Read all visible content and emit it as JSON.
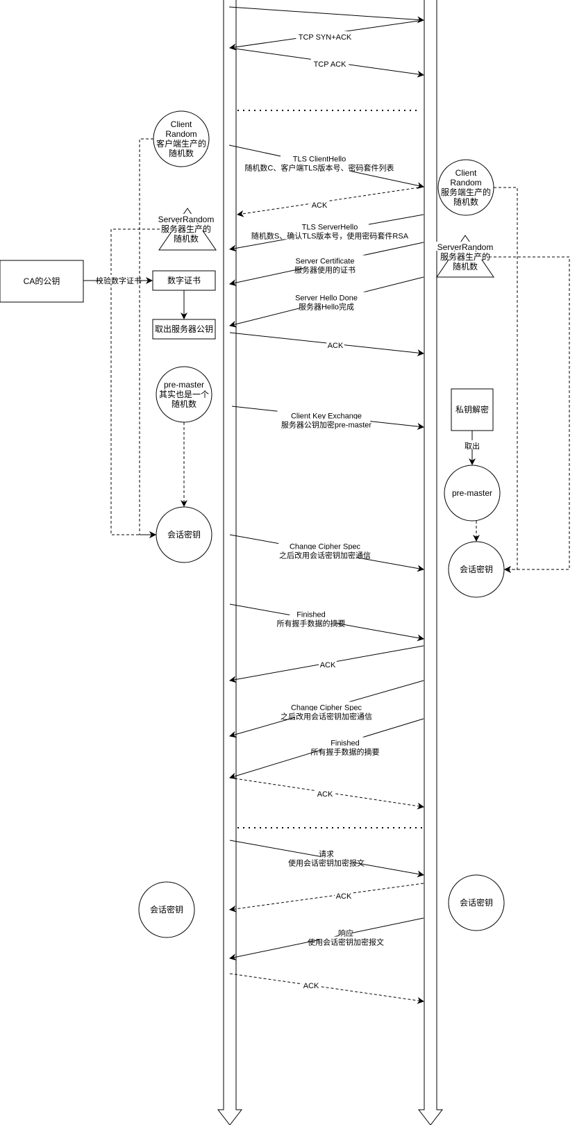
{
  "messages": [
    {
      "id": "syn",
      "lines": [],
      "dir": "right",
      "dashed": false
    },
    {
      "id": "synack",
      "lines": [
        "TCP SYN+ACK"
      ],
      "dir": "left",
      "dashed": false
    },
    {
      "id": "tcpack",
      "lines": [
        "TCP ACK"
      ],
      "dir": "right",
      "dashed": false
    },
    {
      "id": "clienthello",
      "lines": [
        "TLS ClientHello",
        "随机数C、客户端TLS版本号、密码套件列表"
      ],
      "dir": "right",
      "dashed": false
    },
    {
      "id": "ack1",
      "lines": [
        "ACK"
      ],
      "dir": "left",
      "dashed": true
    },
    {
      "id": "serverhello",
      "lines": [
        "TLS ServerHello",
        "随机数S、确认TLS版本号，使用密码套件RSA"
      ],
      "dir": "left",
      "dashed": false
    },
    {
      "id": "cert",
      "lines": [
        "Server Certificate",
        "服务器使用的证书"
      ],
      "dir": "left",
      "dashed": false
    },
    {
      "id": "hellodone",
      "lines": [
        "Server Hello Done",
        "服务器Hello完成"
      ],
      "dir": "left",
      "dashed": false
    },
    {
      "id": "ack2",
      "lines": [
        "ACK"
      ],
      "dir": "right",
      "dashed": false
    },
    {
      "id": "keyex",
      "lines": [
        "Client Key Exchange",
        "服务器公钥加密pre-master"
      ],
      "dir": "right",
      "dashed": false
    },
    {
      "id": "ccs1",
      "lines": [
        "Change Cipher Spec",
        "之后改用会话密钥加密通信"
      ],
      "dir": "right",
      "dashed": false
    },
    {
      "id": "fin1",
      "lines": [
        "Finished",
        "所有握手数据的摘要"
      ],
      "dir": "right",
      "dashed": false
    },
    {
      "id": "ack3",
      "lines": [
        "ACK"
      ],
      "dir": "left",
      "dashed": false
    },
    {
      "id": "ccs2",
      "lines": [
        "Change Cipher Spec",
        "之后改用会话密钥加密通信"
      ],
      "dir": "left",
      "dashed": false
    },
    {
      "id": "fin2",
      "lines": [
        "Finished",
        "所有握手数据的摘要"
      ],
      "dir": "left",
      "dashed": false
    },
    {
      "id": "ack4",
      "lines": [
        "ACK"
      ],
      "dir": "right",
      "dashed": true
    },
    {
      "id": "req",
      "lines": [
        "请求",
        "使用会话密钥加密报文"
      ],
      "dir": "right",
      "dashed": false
    },
    {
      "id": "ack5",
      "lines": [
        "ACK"
      ],
      "dir": "left",
      "dashed": true
    },
    {
      "id": "resp",
      "lines": [
        "响应",
        "使用会话密钥加密报文"
      ],
      "dir": "left",
      "dashed": false
    },
    {
      "id": "ack6",
      "lines": [
        "ACK"
      ],
      "dir": "right",
      "dashed": true
    }
  ],
  "nodes": [
    {
      "id": "client-random",
      "shape": "circle",
      "lines": [
        "Client",
        "Random",
        "客户端生产的",
        "随机数"
      ]
    },
    {
      "id": "server-random-left",
      "shape": "triangle",
      "lines": [
        "ServerRandom",
        "服务器生产的",
        "随机数"
      ]
    },
    {
      "id": "ca-key",
      "shape": "rect",
      "lines": [
        "CA的公钥"
      ]
    },
    {
      "id": "cert-box",
      "shape": "rect",
      "lines": [
        "数字证书"
      ]
    },
    {
      "id": "get-pubkey",
      "shape": "rect",
      "lines": [
        "取出服务器公钥"
      ]
    },
    {
      "id": "pre-master-left",
      "shape": "circle",
      "lines": [
        "pre-master",
        "其实也是一个",
        "随机数"
      ]
    },
    {
      "id": "session-key-left",
      "shape": "circle",
      "lines": [
        "会话密钥"
      ]
    },
    {
      "id": "session-key-left-2",
      "shape": "circle",
      "lines": [
        "会话密钥"
      ]
    },
    {
      "id": "client-random-right",
      "shape": "circle",
      "lines": [
        "Client",
        "Random",
        "服务端生产的",
        "随机数"
      ]
    },
    {
      "id": "server-random-right",
      "shape": "triangle",
      "lines": [
        "ServerRandom",
        "服务器生产的",
        "随机数"
      ]
    },
    {
      "id": "private-decrypt",
      "shape": "rect",
      "lines": [
        "私钥解密"
      ]
    },
    {
      "id": "pre-master-right",
      "shape": "circle",
      "lines": [
        "pre-master"
      ]
    },
    {
      "id": "session-key-right",
      "shape": "circle",
      "lines": [
        "会话密钥"
      ]
    },
    {
      "id": "session-key-right-2",
      "shape": "circle",
      "lines": [
        "会话密钥"
      ]
    }
  ],
  "edge_labels": {
    "verify": "校验数字证书",
    "extract": "取出"
  }
}
